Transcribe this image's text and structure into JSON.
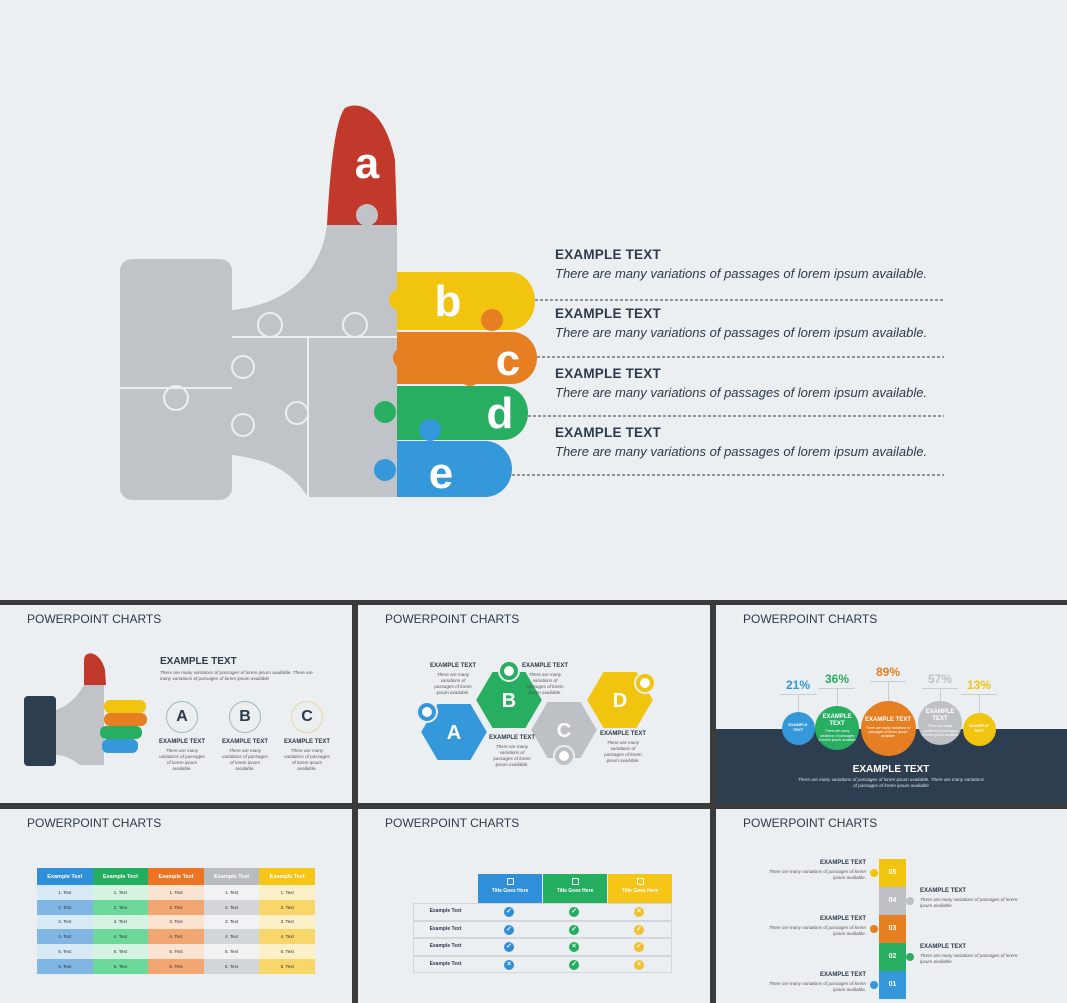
{
  "hero": {
    "pieces": [
      {
        "letter": "a",
        "color": "#c0392b"
      },
      {
        "letter": "b",
        "color": "#f1c40f"
      },
      {
        "letter": "c",
        "color": "#e67e22"
      },
      {
        "letter": "d",
        "color": "#27ae60"
      },
      {
        "letter": "e",
        "color": "#3498db"
      }
    ],
    "items": [
      {
        "title": "EXAMPLE TEXT",
        "desc": "There are many variations of passages of lorem ipsum available."
      },
      {
        "title": "EXAMPLE TEXT",
        "desc": "There are many variations of passages of lorem ipsum available."
      },
      {
        "title": "EXAMPLE TEXT",
        "desc": "There are many variations of passages of lorem ipsum available."
      },
      {
        "title": "EXAMPLE TEXT",
        "desc": "There are many variations of passages of lorem ipsum available."
      }
    ],
    "gray": "#c0c4c8"
  },
  "thumbs": {
    "t1": {
      "title": "POWERPOINT CHARTS",
      "heading": "EXAMPLE TEXT",
      "desc": "There are many variations of passages of lorem ipsum available. There are many variations of passages of lorem ipsum available",
      "circles": [
        {
          "letter": "A",
          "label": "EXAMPLE TEXT",
          "desc": "There are many variations of passages of lorem ipsum available."
        },
        {
          "letter": "B",
          "label": "EXAMPLE TEXT",
          "desc": "There are many variations of passages of lorem ipsum available."
        },
        {
          "letter": "C",
          "label": "EXAMPLE TEXT",
          "desc": "There are many variations of passages of lorem ipsum available."
        }
      ]
    },
    "t2": {
      "title": "POWERPOINT CHARTS",
      "hexes": [
        {
          "letter": "A",
          "color": "#3498db",
          "icon": "users-icon",
          "label": "EXAMPLE TEXT",
          "desc": "There are many variations of passages of lorem ipsum available."
        },
        {
          "letter": "B",
          "color": "#27ae60",
          "icon": "chat-icon",
          "label": "EXAMPLE TEXT",
          "desc": "There are many variations of passages of lorem ipsum available."
        },
        {
          "letter": "C",
          "color": "#bdc1c5",
          "icon": "image-icon",
          "label": "EXAMPLE TEXT",
          "desc": "There are many variations of passages of lorem ipsum available."
        },
        {
          "letter": "D",
          "color": "#f1c40f",
          "icon": "phone-icon",
          "label": "EXAMPLE TEXT",
          "desc": "There are many variations of passages of lorem ipsum available."
        }
      ]
    },
    "t3": {
      "title": "POWERPOINT CHARTS",
      "heading": "EXAMPLE TEXT",
      "desc": "There are many variations of passages of lorem ipsum available. There are many variations of passages of lorem ipsum available",
      "bubbles": [
        {
          "pct": "21%",
          "label": "EXAMPLE TEXT",
          "desc": "",
          "color": "#3498db"
        },
        {
          "pct": "36%",
          "label": "EXAMPLE TEXT",
          "desc": "There are many variations of passages of lorem ipsum available",
          "color": "#27ae60"
        },
        {
          "pct": "89%",
          "label": "EXAMPLE TEXT",
          "desc": "There are many variations of passages of lorem ipsum available",
          "color": "#e67e22"
        },
        {
          "pct": "57%",
          "label": "EXAMPLE TEXT",
          "desc": "There are many variations of passages of lorem ipsum available",
          "color": "#bdc1c5"
        },
        {
          "pct": "13%",
          "label": "EXAMPLE TEXT",
          "desc": "",
          "color": "#f1c40f"
        }
      ]
    },
    "t4": {
      "title": "POWERPOINT CHARTS",
      "headers": [
        "Example Text",
        "Example Text",
        "Example Text",
        "Example Text",
        "Example Text"
      ],
      "colors": [
        [
          "#2f8fd8",
          "#d9eaf7",
          "#7fb6e4"
        ],
        [
          "#24ae60",
          "#d5f3e1",
          "#6cd89a"
        ],
        [
          "#ec7424",
          "#fbe3d1",
          "#f2a672"
        ],
        [
          "#b8bcc0",
          "#f1f2f3",
          "#d3d6d9"
        ],
        [
          "#f5c518",
          "#fcf0c8",
          "#f8d66a"
        ]
      ],
      "rows": [
        [
          "1. Text",
          "1. Text",
          "1. Text",
          "1. Text",
          "1. Text"
        ],
        [
          "2. Text",
          "2. Text",
          "2. Text",
          "2. Text",
          "2. Text"
        ],
        [
          "3. Text",
          "3. Text",
          "3. Text",
          "3. Text",
          "3. Text"
        ],
        [
          "4. Text",
          "4. Text",
          "4. Text",
          "4. Text",
          "4. Text"
        ],
        [
          "5. Text",
          "5. Text",
          "5. Text",
          "5. Text",
          "5. Text"
        ],
        [
          "6. Text",
          "6. Text",
          "6. Text",
          "6. Text",
          "6. Text"
        ]
      ]
    },
    "t5": {
      "title": "POWERPOINT CHARTS",
      "columns": [
        {
          "label": "Title Goes Here",
          "icon": "briefcase-icon",
          "color": "#2f8fd8"
        },
        {
          "label": "Title Goes Here",
          "icon": "tag-icon",
          "color": "#24ae60"
        },
        {
          "label": "Title Goes Here",
          "icon": "grid-icon",
          "color": "#f5c518"
        }
      ],
      "rows": [
        {
          "label": "Example Text",
          "marks": [
            "check",
            "check",
            "cross"
          ]
        },
        {
          "label": "Example Text",
          "marks": [
            "check",
            "check",
            "check"
          ]
        },
        {
          "label": "Example Text",
          "marks": [
            "check",
            "cross",
            "check"
          ]
        },
        {
          "label": "Example Text",
          "marks": [
            "cross",
            "check",
            "cross"
          ]
        }
      ]
    },
    "t6": {
      "title": "POWERPOINT CHARTS",
      "steps": [
        {
          "num": "05",
          "color": "#f1c40f",
          "side": "left",
          "label": "EXAMPLE TEXT",
          "desc": "There are many variations of passages of lorem ipsum available."
        },
        {
          "num": "04",
          "color": "#bdc1c5",
          "side": "right",
          "label": "EXAMPLE TEXT",
          "desc": "There are many variations of passages of lorem ipsum available."
        },
        {
          "num": "03",
          "color": "#e67e22",
          "side": "left",
          "label": "EXAMPLE TEXT",
          "desc": "There are many variations of passages of lorem ipsum available."
        },
        {
          "num": "02",
          "color": "#27ae60",
          "side": "right",
          "label": "EXAMPLE TEXT",
          "desc": "There are many variations of passages of lorem ipsum available."
        },
        {
          "num": "01",
          "color": "#3498db",
          "side": "left",
          "label": "EXAMPLE TEXT",
          "desc": "There are many variations of passages of lorem ipsum available."
        }
      ]
    }
  }
}
